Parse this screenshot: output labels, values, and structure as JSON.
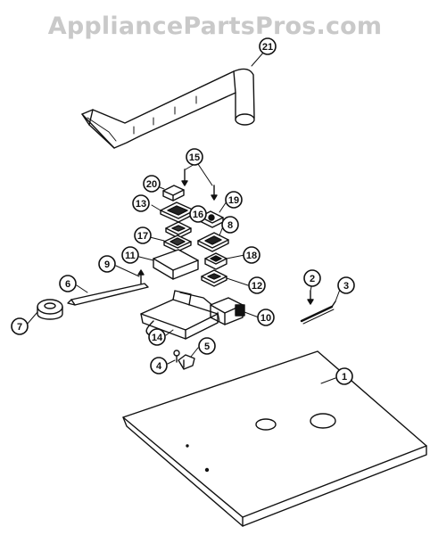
{
  "watermark": "AppliancePartsPros.com",
  "colors": {
    "ink": "#111111",
    "watermark": "#c9c9c9",
    "paper": "#ffffff"
  },
  "callouts": [
    {
      "id": "c21",
      "label": "21"
    },
    {
      "id": "c15",
      "label": "15"
    },
    {
      "id": "c20",
      "label": "20"
    },
    {
      "id": "c13",
      "label": "13"
    },
    {
      "id": "c16",
      "label": "16"
    },
    {
      "id": "c19",
      "label": "19"
    },
    {
      "id": "c8",
      "label": "8"
    },
    {
      "id": "c17",
      "label": "17"
    },
    {
      "id": "c11",
      "label": "11"
    },
    {
      "id": "c18",
      "label": "18"
    },
    {
      "id": "c9",
      "label": "9"
    },
    {
      "id": "c12",
      "label": "12"
    },
    {
      "id": "c6",
      "label": "6"
    },
    {
      "id": "c2",
      "label": "2"
    },
    {
      "id": "c3",
      "label": "3"
    },
    {
      "id": "c7",
      "label": "7"
    },
    {
      "id": "c10",
      "label": "10"
    },
    {
      "id": "c14",
      "label": "14"
    },
    {
      "id": "c5",
      "label": "5"
    },
    {
      "id": "c4",
      "label": "4"
    },
    {
      "id": "c1",
      "label": "1"
    }
  ]
}
